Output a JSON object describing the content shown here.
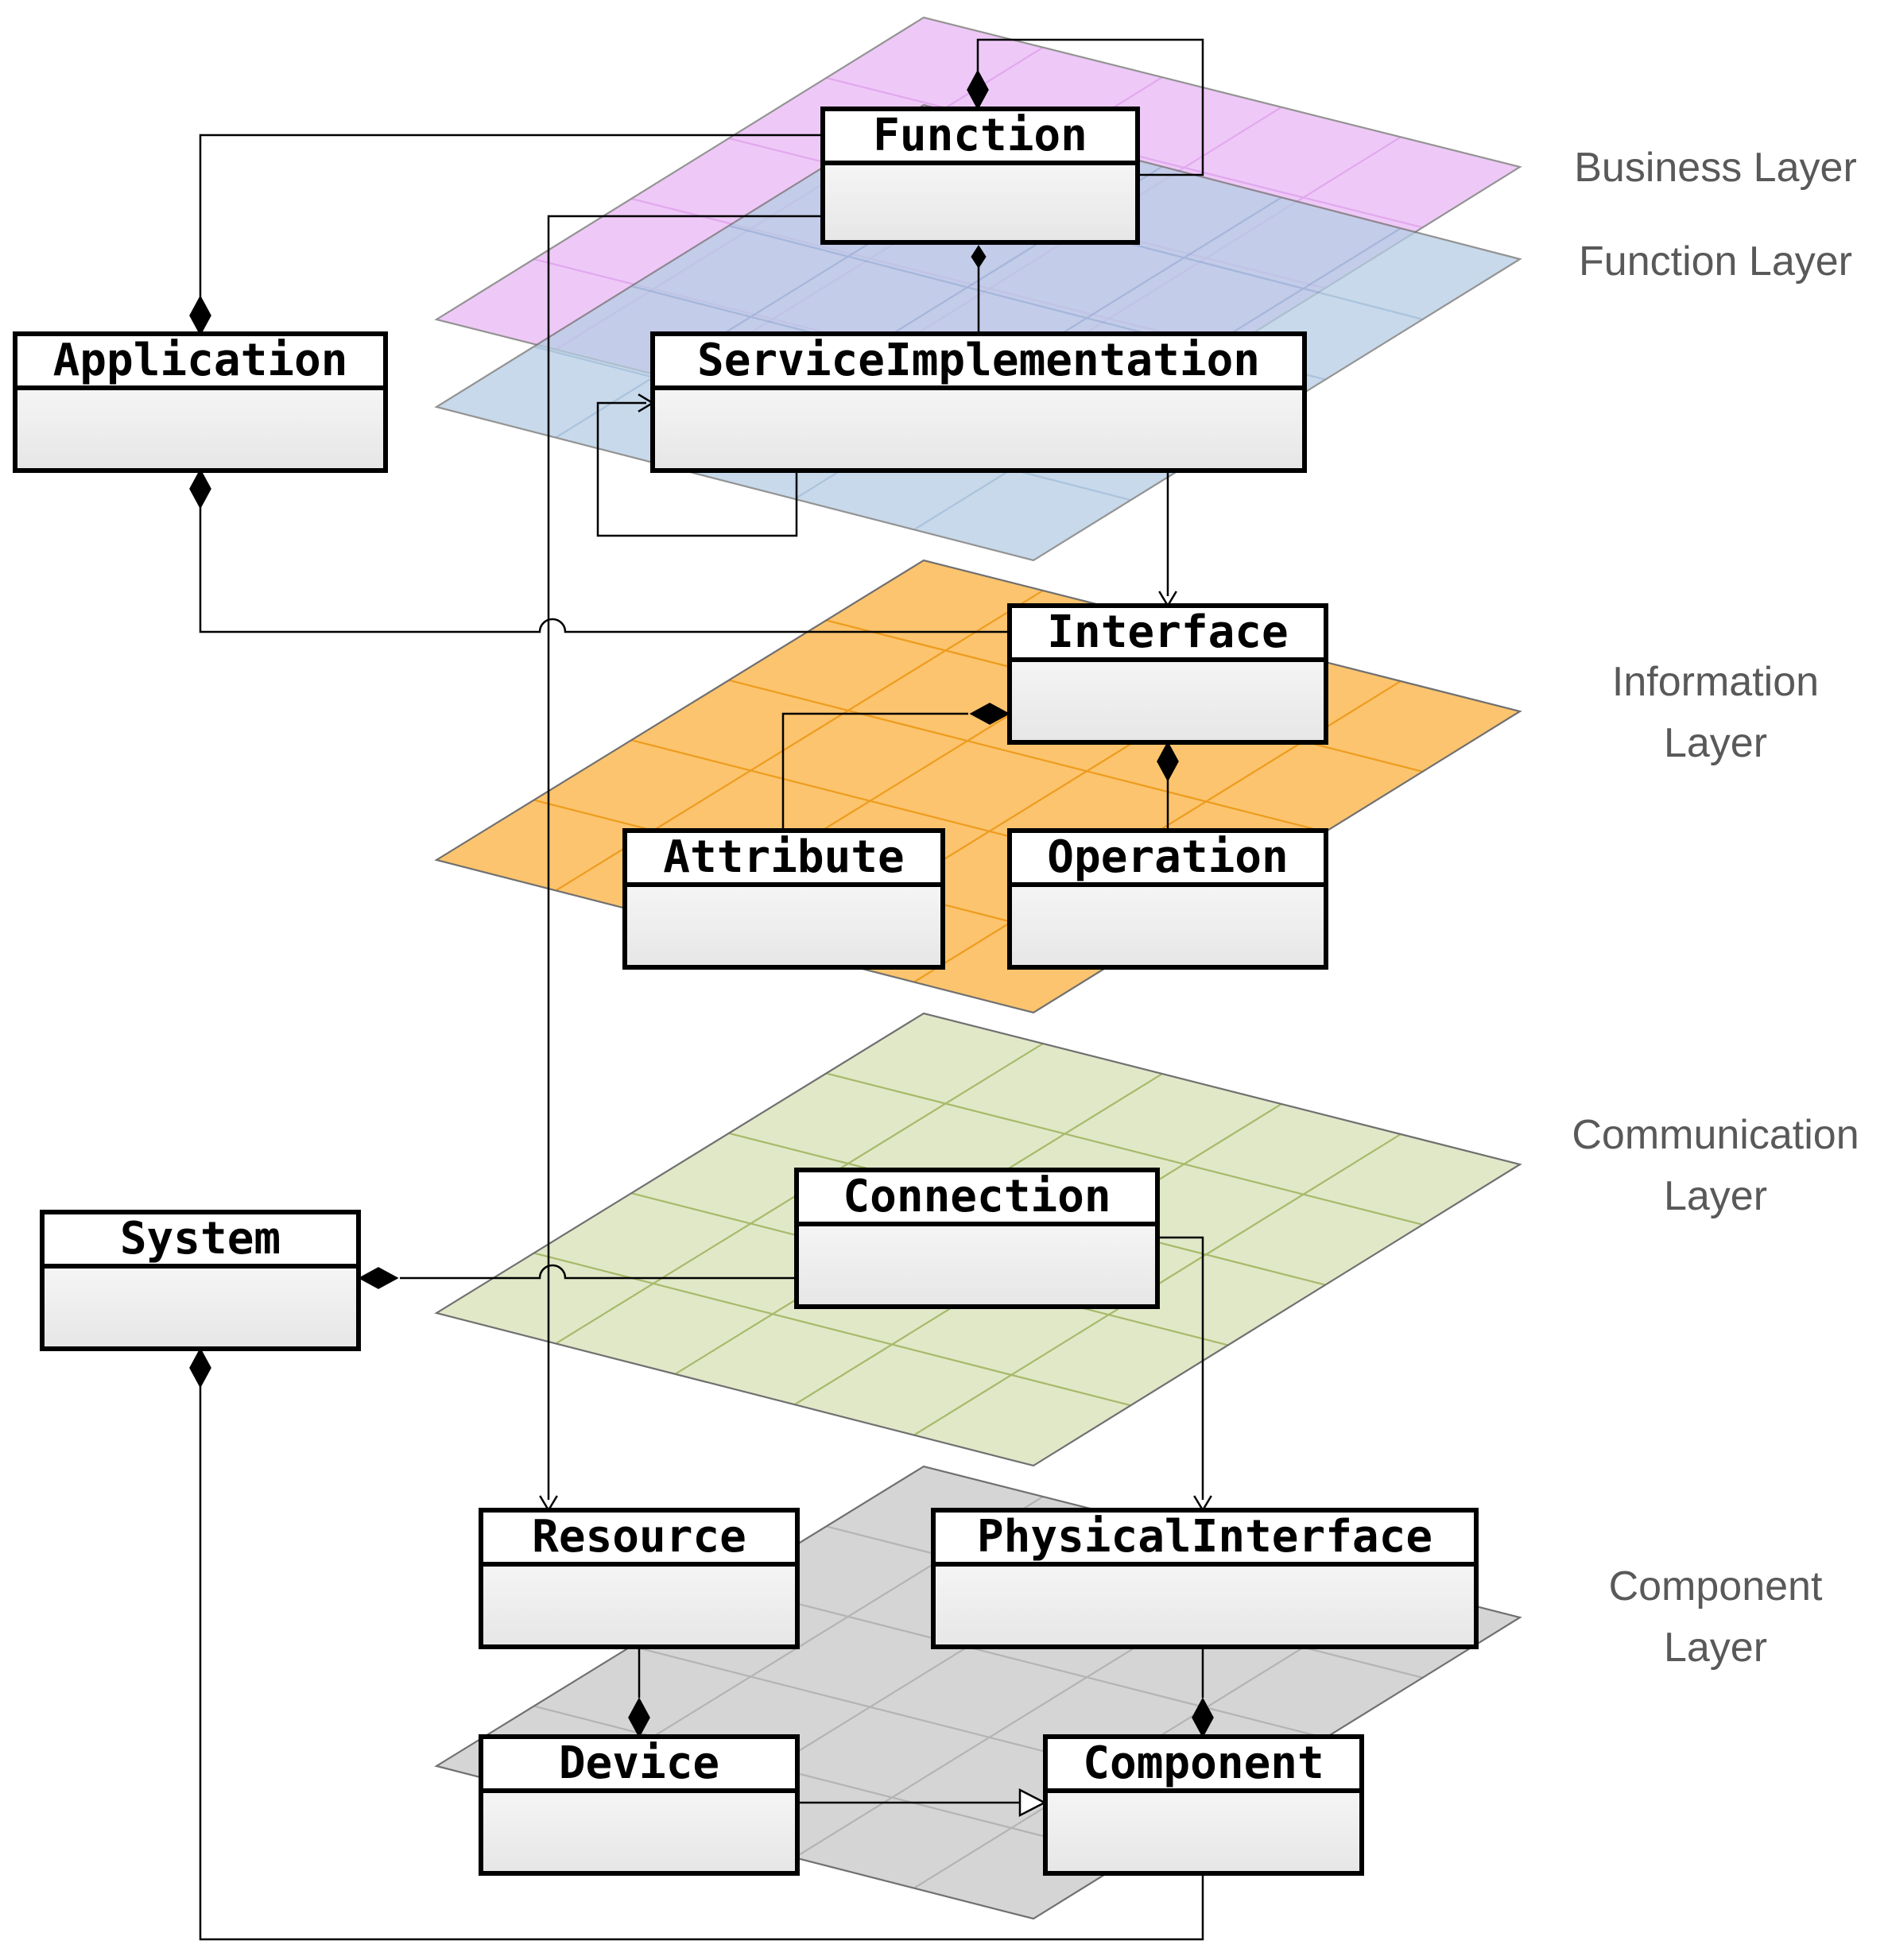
{
  "layers": [
    {
      "id": "business",
      "lines": [
        "Business Layer"
      ],
      "fill": "#E9B8F5",
      "grid": "#D98CEA",
      "opacity": 0.75
    },
    {
      "id": "function",
      "lines": [
        "Function Layer"
      ],
      "fill": "#B5CDE3",
      "grid": "#8FB0D2",
      "opacity": 0.75
    },
    {
      "id": "information",
      "lines": [
        "Information",
        "Layer"
      ],
      "fill": "#FCC46E",
      "grid": "#EE9C1E",
      "opacity": 1
    },
    {
      "id": "communication",
      "lines": [
        "Communication",
        "Layer"
      ],
      "fill": "#E1E8C8",
      "grid": "#A7BA6A",
      "opacity": 1
    },
    {
      "id": "component",
      "lines": [
        "Component",
        "Layer"
      ],
      "fill": "#D5D5D5",
      "grid": "#B4B4B4",
      "opacity": 1
    }
  ],
  "classes": [
    {
      "id": "function",
      "name": "Function"
    },
    {
      "id": "application",
      "name": "Application"
    },
    {
      "id": "serviceimpl",
      "name": "ServiceImplementation"
    },
    {
      "id": "interface",
      "name": "Interface"
    },
    {
      "id": "attribute",
      "name": "Attribute"
    },
    {
      "id": "operation",
      "name": "Operation"
    },
    {
      "id": "connection",
      "name": "Connection"
    },
    {
      "id": "system",
      "name": "System"
    },
    {
      "id": "resource",
      "name": "Resource"
    },
    {
      "id": "physicalinterface",
      "name": "PhysicalInterface"
    },
    {
      "id": "device",
      "name": "Device"
    },
    {
      "id": "component",
      "name": "Component"
    }
  ],
  "colors": {
    "box_fill_top": "#FFFFFF",
    "box_fill_bottom": "#E6E6E6",
    "box_stroke": "#000000",
    "edge_stroke": "#000000"
  }
}
